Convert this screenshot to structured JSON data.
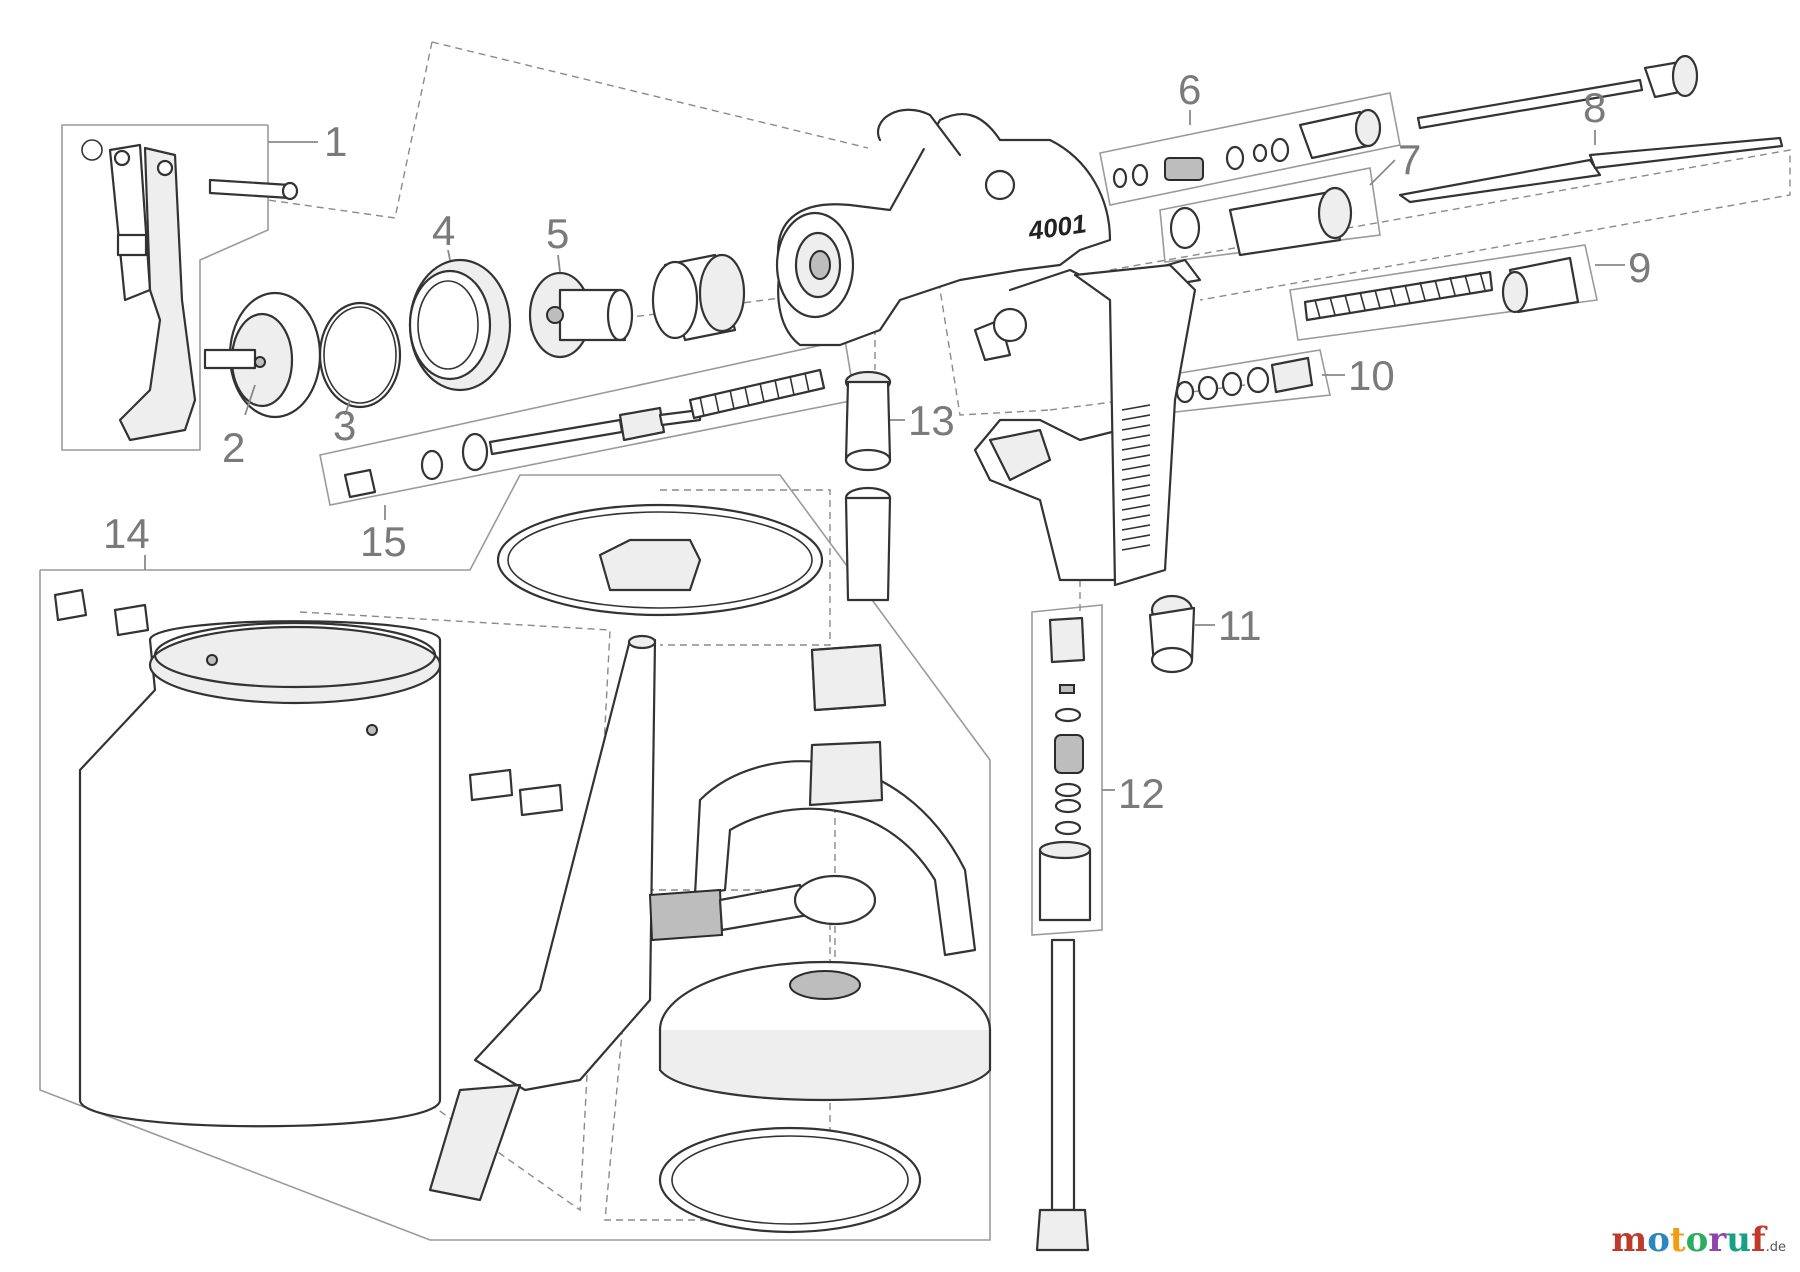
{
  "diagram": {
    "model_label": "4001",
    "callouts": [
      "1",
      "2",
      "3",
      "4",
      "5",
      "6",
      "7",
      "8",
      "9",
      "10",
      "11",
      "12",
      "13",
      "14",
      "15"
    ]
  },
  "watermark": {
    "text": "motoruf",
    "tld": ".de"
  },
  "colors": {
    "line": "#333333",
    "callout": "#7a7a7a",
    "leader": "#8a8a8a"
  }
}
